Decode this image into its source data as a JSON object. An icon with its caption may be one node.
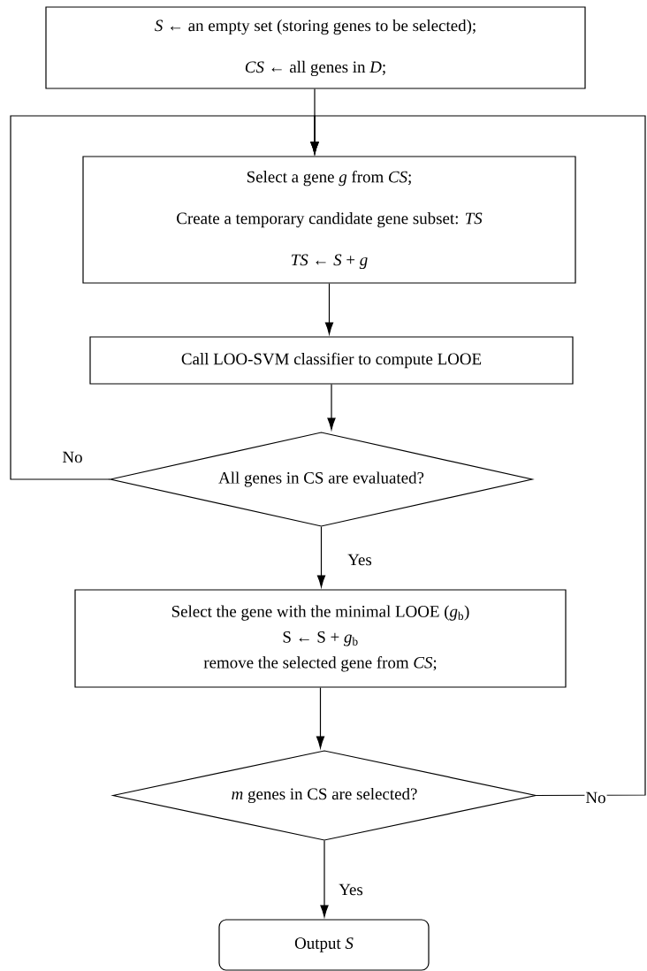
{
  "diagram": {
    "nodes": [
      {
        "text": [
          "*S* ← an empty set (storing genes to be selected);",
          "*CS* ← all genes in *D*;"
        ]
      },
      {
        "text": [
          "Select a gene *g* from *CS*;",
          "Create a temporary candidate gene subset: *TS*",
          "*TS* ←    *S* + *g*"
        ]
      },
      {
        "text": [
          "Call LOO-SVM classifier to compute LOOE"
        ]
      },
      {
        "text": [
          "All genes in CS are evaluated?"
        ]
      },
      {
        "text": [
          "Select the gene with the minimal LOOE (*g*$_{b}$)",
          "S ← S + *g*$_{b}$",
          "remove the selected gene from *CS*;"
        ]
      },
      {
        "text": [
          "*m* genes in CS are selected?"
        ]
      },
      {
        "text": [
          "Output *S*"
        ]
      }
    ],
    "edges": [
      {
        "from": 0,
        "to": 1,
        "arrow": "to"
      },
      {
        "from": 1,
        "to": 2,
        "arrow": "to"
      },
      {
        "from": 2,
        "to": 3,
        "arrow": "to"
      },
      {
        "from": 3,
        "to": 1,
        "arrow": "to",
        "label": "No"
      },
      {
        "from": 3,
        "to": 4,
        "arrow": "to",
        "label": "Yes"
      },
      {
        "from": 4,
        "to": 5,
        "arrow": "to"
      },
      {
        "from": 5,
        "to": 1,
        "arrow": "to",
        "label": "No"
      },
      {
        "from": 5,
        "to": 6,
        "arrow": "to",
        "label": "Yes"
      }
    ]
  }
}
